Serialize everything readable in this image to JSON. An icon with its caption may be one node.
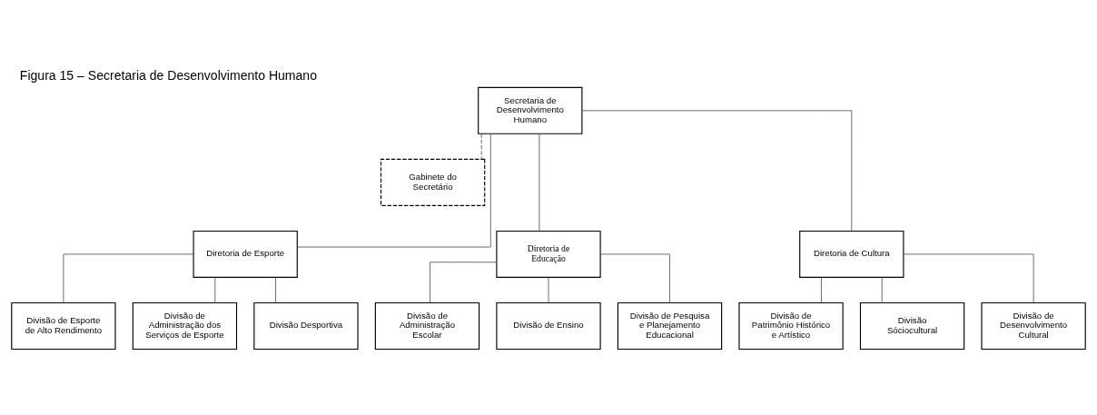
{
  "diagram": {
    "title": "Figura 15 – Secretaria de Desenvolvimento Humano",
    "nodes": [
      {
        "text": [
          "Secretaria de Desenvolvimento Humano"
        ]
      },
      {
        "text": [
          "Gabinete do Secretário"
        ]
      },
      {
        "text": [
          "Diretoria de Esporte"
        ]
      },
      {
        "text": [
          "Diretoria de Educação"
        ]
      },
      {
        "text": [
          "Diretoria de Cultura"
        ]
      },
      {
        "text": [
          "Divisão de Esporte de Alto Rendimento"
        ]
      },
      {
        "text": [
          "Divisão de Administração dos Serviços de Esporte"
        ]
      },
      {
        "text": [
          "Divisão Desportiva"
        ]
      },
      {
        "text": [
          "Divisão de Administração Escolar"
        ]
      },
      {
        "text": [
          "Divisão de Ensino"
        ]
      },
      {
        "text": [
          "Divisão de Pesquisa e Planejamento Educacional"
        ]
      },
      {
        "text": [
          "Divisão de Patrimônio Histórico e Artístico"
        ]
      },
      {
        "text": [
          "Divisão Sóciocultural"
        ]
      },
      {
        "text": [
          "Divisão de Desenvolvimento Cultural"
        ]
      }
    ],
    "edges": [
      {
        "from": 0,
        "to": 1,
        "arrow": "none",
        "style": "dashed"
      },
      {
        "from": 0,
        "to": 2,
        "arrow": "none"
      },
      {
        "from": 0,
        "to": 3,
        "arrow": "none"
      },
      {
        "from": 0,
        "to": 4,
        "arrow": "none"
      },
      {
        "from": 2,
        "to": 5,
        "arrow": "none"
      },
      {
        "from": 2,
        "to": 6,
        "arrow": "none"
      },
      {
        "from": 2,
        "to": 7,
        "arrow": "none"
      },
      {
        "from": 3,
        "to": 8,
        "arrow": "none"
      },
      {
        "from": 3,
        "to": 9,
        "arrow": "none"
      },
      {
        "from": 3,
        "to": 10,
        "arrow": "none"
      },
      {
        "from": 4,
        "to": 11,
        "arrow": "none"
      },
      {
        "from": 4,
        "to": 12,
        "arrow": "none"
      },
      {
        "from": 4,
        "to": 13,
        "arrow": "none"
      }
    ]
  }
}
